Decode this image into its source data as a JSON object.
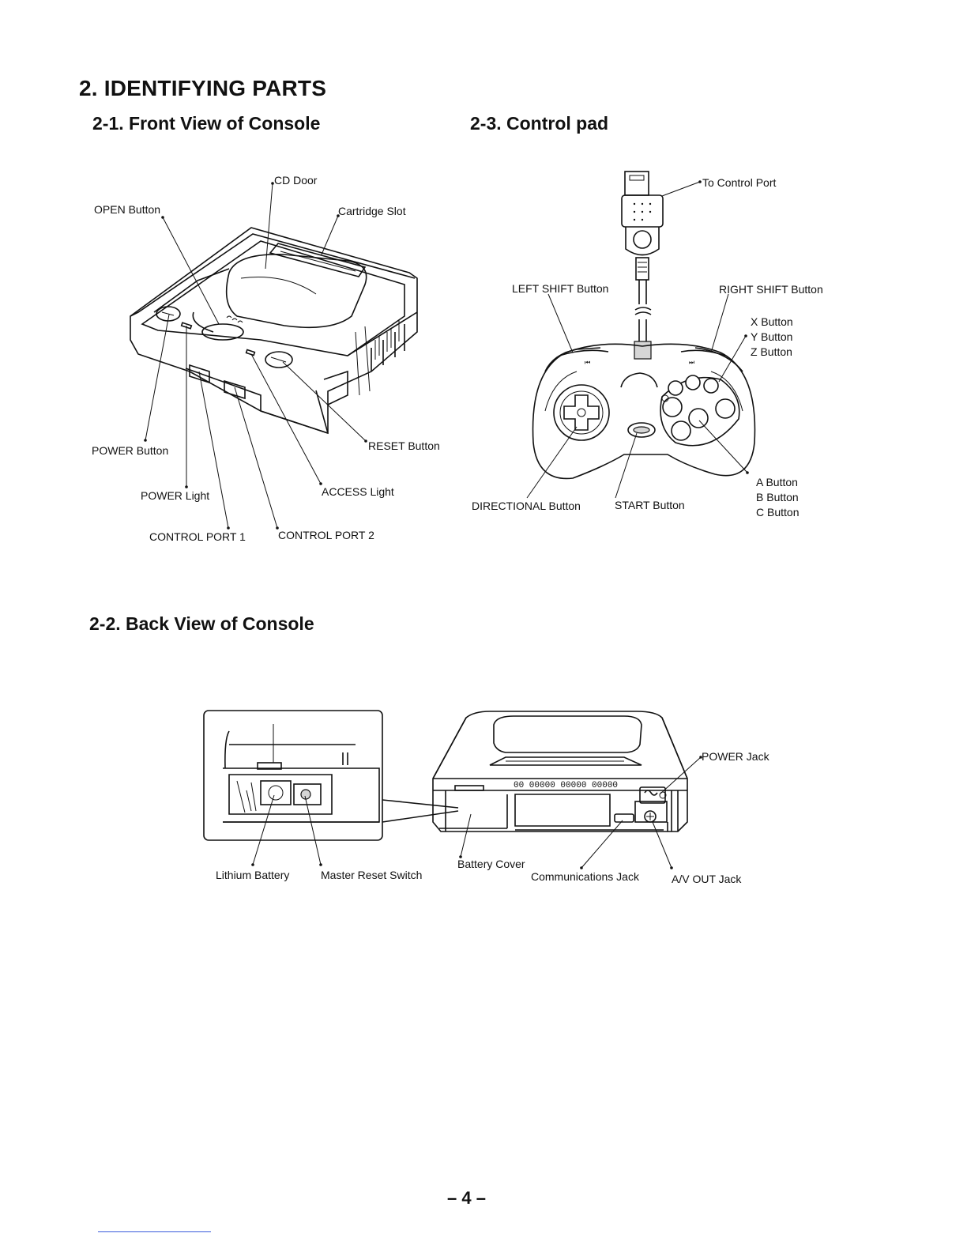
{
  "page": {
    "title": "2. IDENTIFYING PARTS",
    "page_number": "– 4 –"
  },
  "sections": {
    "front": {
      "heading": "2-1. Front View of Console",
      "labels": {
        "cd_door": "CD Door",
        "open_button": "OPEN Button",
        "cartridge_slot": "Cartridge Slot",
        "power_button": "POWER Button",
        "reset_button": "RESET Button",
        "power_light": "POWER Light",
        "access_light": "ACCESS Light",
        "control_port_1": "CONTROL PORT 1",
        "control_port_2": "CONTROL PORT 2"
      }
    },
    "back": {
      "heading": "2-2. Back View of Console",
      "labels": {
        "power_jack": "POWER Jack",
        "lithium_battery": "Lithium Battery",
        "master_reset_switch": "Master Reset Switch",
        "battery_cover": "Battery Cover",
        "communications_jack": "Communications Jack",
        "av_out_jack": "A/V OUT Jack"
      }
    },
    "pad": {
      "heading": "2-3. Control pad",
      "labels": {
        "to_control_port": "To Control Port",
        "left_shift": "LEFT SHIFT Button",
        "right_shift": "RIGHT SHIFT Button",
        "x_button": "X Button",
        "y_button": "Y Button",
        "z_button": "Z Button",
        "a_button": "A Button",
        "b_button": "B Button",
        "c_button": "C Button",
        "directional": "DIRECTIONAL Button",
        "start": "START Button"
      }
    }
  }
}
